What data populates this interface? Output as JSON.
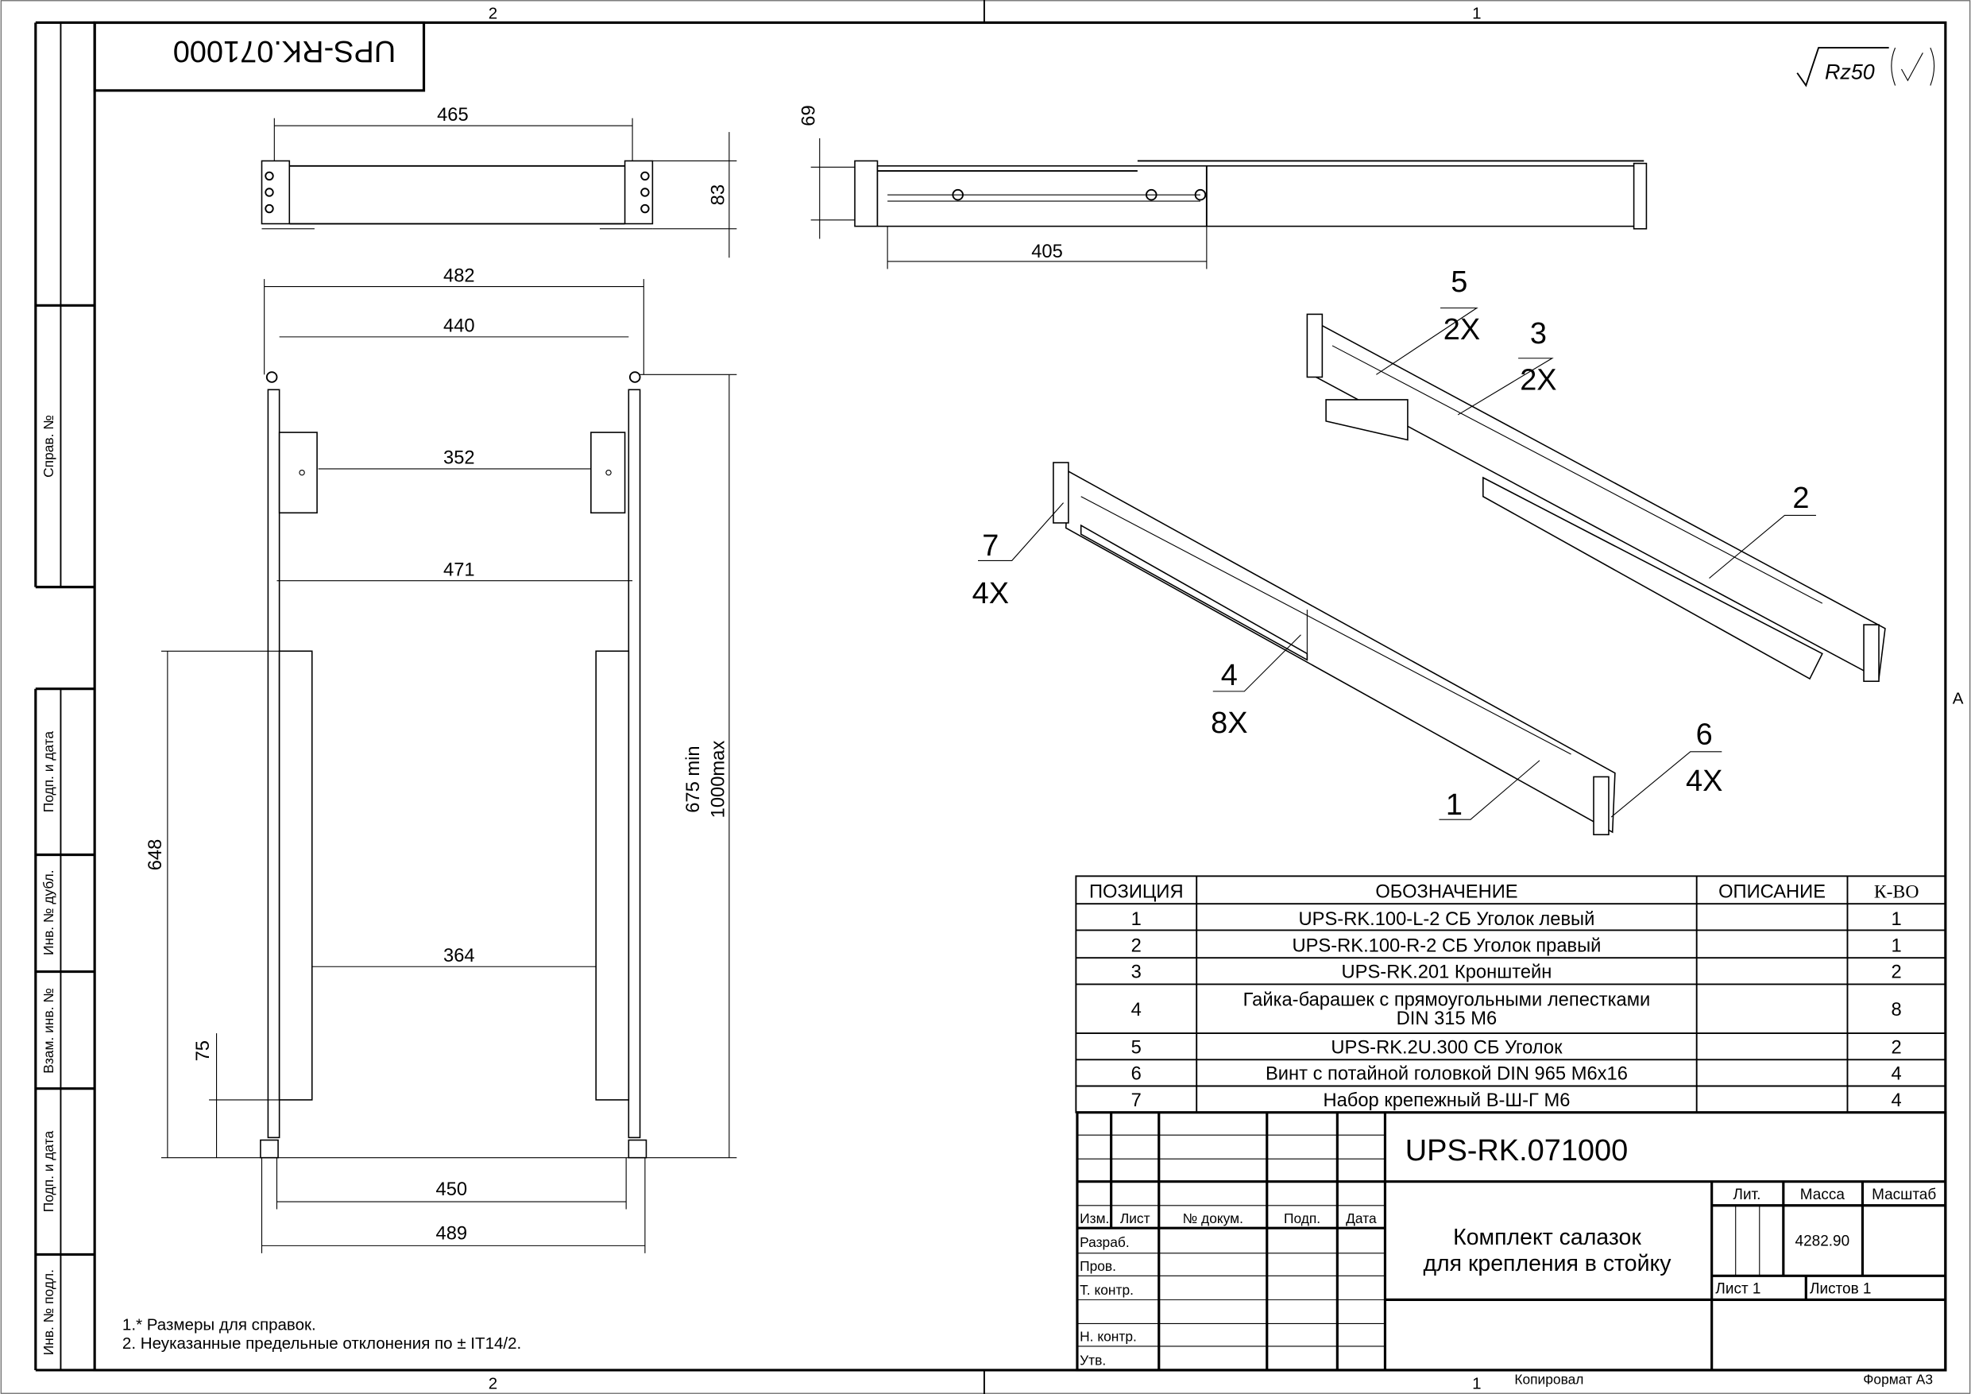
{
  "sheet": {
    "zones_top": [
      "2",
      "1"
    ],
    "zones_bottom": [
      "2",
      "1"
    ],
    "zone_right": "A",
    "copied_label": "Копировал",
    "format_label": "Формат А3",
    "inverted_code": "UPS-RK.071000",
    "roughness": "Rz50"
  },
  "side_strip": {
    "labels": [
      "Справ. №",
      "Подп. и дата",
      "Инв. № дубл.",
      "Взам. инв. №",
      "Подп. и дата",
      "Инв. № подл."
    ]
  },
  "dimensions": {
    "top_view": {
      "width": "465",
      "height": "83"
    },
    "side_view": {
      "height": "69",
      "length": "405"
    },
    "front_view": {
      "d482": "482",
      "d440": "440",
      "d352": "352",
      "d471": "471",
      "d364": "364",
      "d450": "450",
      "d489": "489",
      "d648": "648",
      "d75": "75",
      "d675": "675 min",
      "d1000": "1000max"
    }
  },
  "callouts": [
    {
      "pos": "5",
      "qty": "2X"
    },
    {
      "pos": "3",
      "qty": "2X"
    },
    {
      "pos": "2",
      "qty": ""
    },
    {
      "pos": "7",
      "qty": "4X"
    },
    {
      "pos": "4",
      "qty": "8X"
    },
    {
      "pos": "6",
      "qty": "4X"
    },
    {
      "pos": "1",
      "qty": ""
    }
  ],
  "notes": [
    "1.* Размеры для справок.",
    "2. Неуказанные предельные отклонения по ± IT14/2."
  ],
  "bom": {
    "headers": [
      "ПОЗИЦИЯ",
      "ОБОЗНАЧЕНИЕ",
      "ОПИСАНИЕ",
      "К-ВО"
    ],
    "rows": [
      {
        "pos": "1",
        "name": "UPS-RK.100-L-2 СБ Уголок левый",
        "desc": "",
        "qty": "1"
      },
      {
        "pos": "2",
        "name": "UPS-RK.100-R-2 СБ Уголок правый",
        "desc": "",
        "qty": "1"
      },
      {
        "pos": "3",
        "name": "UPS-RK.201 Кронштейн",
        "desc": "",
        "qty": "2"
      },
      {
        "pos": "4",
        "name": "Гайка-барашек с прямоугольными лепестками",
        "name2": "DIN 315 M6",
        "desc": "",
        "qty": "8"
      },
      {
        "pos": "5",
        "name": "UPS-RK.2U.300 СБ Уголок",
        "desc": "",
        "qty": "2"
      },
      {
        "pos": "6",
        "name": "Винт с потайной головкой DIN 965 M6x16",
        "desc": "",
        "qty": "4"
      },
      {
        "pos": "7",
        "name": "Набор крепежный В-Ш-Г М6",
        "desc": "",
        "qty": "4"
      }
    ]
  },
  "title_block": {
    "code": "UPS-RK.071000",
    "name_line1": "Комплект салазок",
    "name_line2": "для крепления в стойку",
    "hdr": {
      "izm": "Изм.",
      "list": "Лист",
      "doc": "№ докум.",
      "podp": "Подп.",
      "date": "Дата"
    },
    "roles": [
      "Разраб.",
      "Пров.",
      "Т. контр.",
      "",
      "Н. контр.",
      "Утв."
    ],
    "lit_label": "Лит.",
    "mass_label": "Масса",
    "scale_label": "Масштаб",
    "mass_value": "4282.90",
    "sheet_label": "Лист 1",
    "sheets_label": "Листов 1"
  }
}
